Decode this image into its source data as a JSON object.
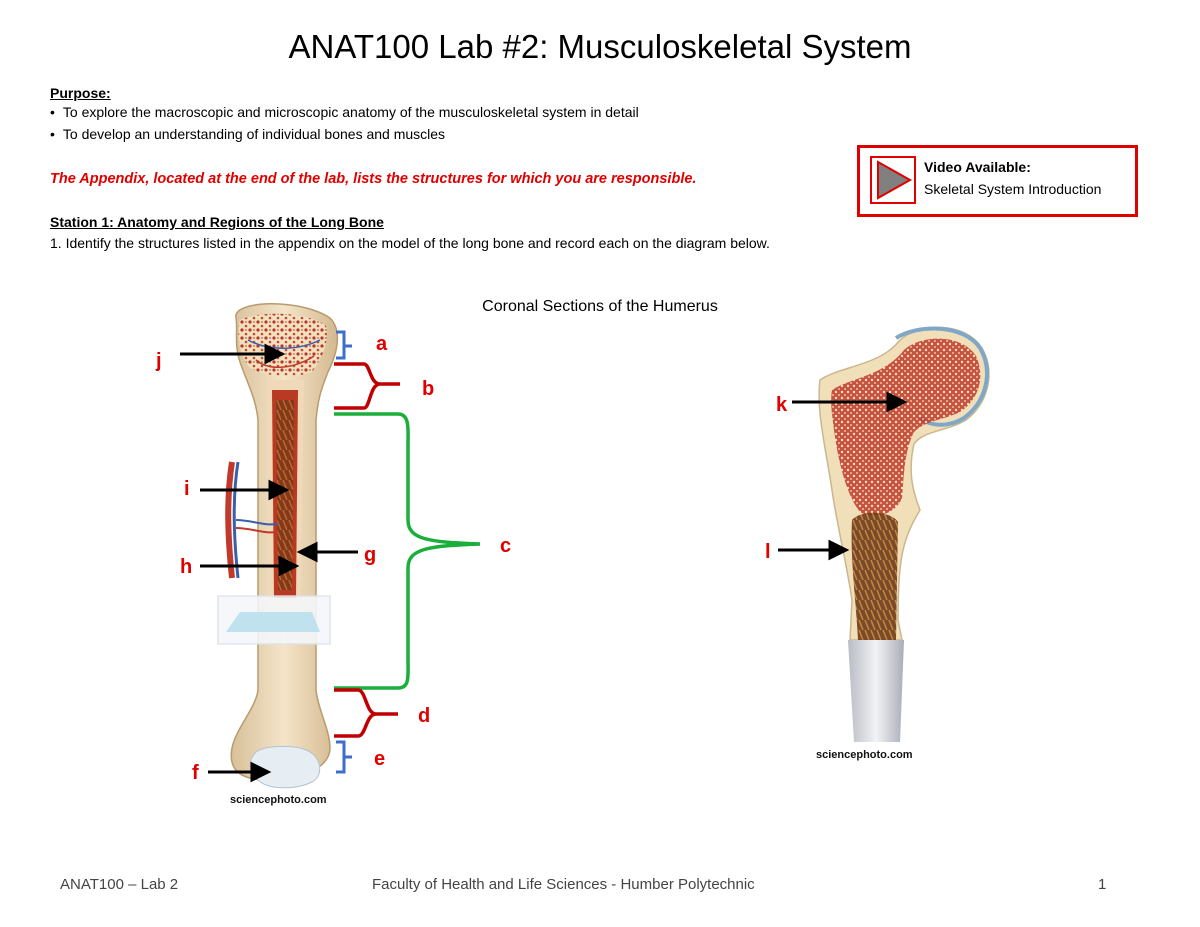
{
  "title": "ANAT100 Lab #2: Musculoskeletal System",
  "purpose": {
    "heading": "Purpose:",
    "bullets": [
      "To explore the macroscopic and microscopic anatomy of the musculoskeletal system in detail",
      "To develop an understanding of individual bones and muscles"
    ]
  },
  "note": "The Appendix, located at the end of the lab, lists the structures for which you are responsible.",
  "video": {
    "label": "Video Available:",
    "title": "Skeletal System Introduction",
    "icon": "play-icon",
    "accent_color": "#e00000"
  },
  "station": {
    "heading": "Station 1: Anatomy and Regions of the Long Bone",
    "instruction": "1. Identify the structures listed in the appendix on the model of the long bone and record each on the diagram below."
  },
  "figure": {
    "title": "Coronal Sections of the Humerus",
    "credit_left": "sciencephoto.com",
    "credit_right": "sciencephoto.com",
    "labels": {
      "a": "a",
      "b": "b",
      "c": "c",
      "d": "d",
      "e": "e",
      "f": "f",
      "g": "g",
      "h": "h",
      "i": "i",
      "j": "j",
      "k": "k",
      "l": "l"
    },
    "colors": {
      "label": "#e00000",
      "bracket_blue": "#3b6fc9",
      "bracket_red": "#c00000",
      "bracket_green": "#1aae3a"
    }
  },
  "footer": {
    "left": "ANAT100 – Lab 2",
    "center": "Faculty of Health and Life Sciences - Humber Polytechnic",
    "page": "1"
  }
}
